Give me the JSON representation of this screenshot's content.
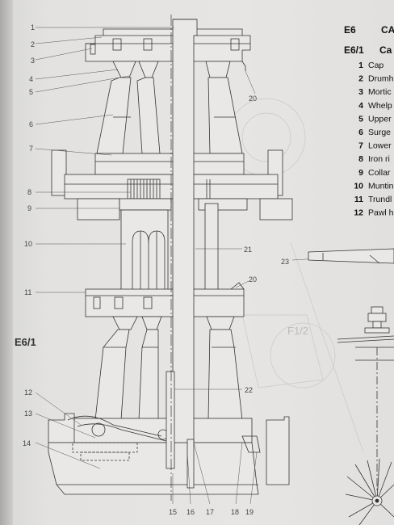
{
  "header": {
    "code": "E6",
    "title": "CA"
  },
  "subheader": {
    "code": "E6/1",
    "title": "Ca"
  },
  "legend": [
    {
      "n": "1",
      "label": "Cap"
    },
    {
      "n": "2",
      "label": "Drumh"
    },
    {
      "n": "3",
      "label": "Mortic"
    },
    {
      "n": "4",
      "label": "Whelp"
    },
    {
      "n": "5",
      "label": "Upper"
    },
    {
      "n": "6",
      "label": "Surge"
    },
    {
      "n": "7",
      "label": "Lower"
    },
    {
      "n": "8",
      "label": "Iron ri"
    },
    {
      "n": "9",
      "label": "Collar"
    },
    {
      "n": "10",
      "label": "Muntin"
    },
    {
      "n": "11",
      "label": "Trundl"
    },
    {
      "n": "12",
      "label": "Pawl h"
    }
  ],
  "section_label": "E6/1",
  "ghost_label": "F1/2",
  "callouts_left": [
    "1",
    "2",
    "3",
    "4",
    "5",
    "6",
    "7",
    "8",
    "9",
    "10",
    "11",
    "12",
    "13",
    "14"
  ],
  "callouts_right": [
    "20",
    "21",
    "20",
    "22",
    "23"
  ],
  "callouts_bottom": [
    "15",
    "16",
    "17",
    "18",
    "19"
  ]
}
